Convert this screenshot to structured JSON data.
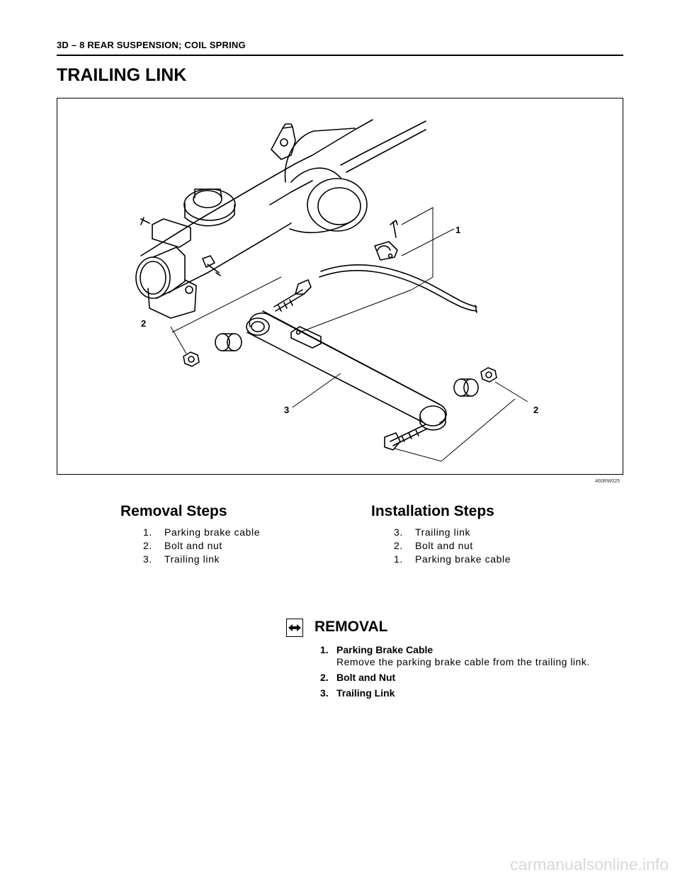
{
  "header": {
    "text": "3D – 8  REAR SUSPENSION; COIL SPRING"
  },
  "title": "TRAILING LINK",
  "figure": {
    "callouts": [
      "1",
      "2",
      "3",
      "2"
    ],
    "code": "460RW025"
  },
  "removal_steps": {
    "heading": "Removal Steps",
    "items": [
      {
        "num": "1.",
        "text": "Parking brake cable"
      },
      {
        "num": "2.",
        "text": "Bolt and nut"
      },
      {
        "num": "3.",
        "text": "Trailing link"
      }
    ]
  },
  "installation_steps": {
    "heading": "Installation Steps",
    "items": [
      {
        "num": "3.",
        "text": "Trailing link"
      },
      {
        "num": "2.",
        "text": "Bolt and nut"
      },
      {
        "num": "1.",
        "text": "Parking brake cable"
      }
    ]
  },
  "removal_section": {
    "icon": "remove-arrows-icon",
    "heading": "REMOVAL",
    "items": [
      {
        "num": "1.",
        "title": "Parking Brake Cable",
        "desc": "Remove the parking brake cable from the trailing link."
      },
      {
        "num": "2.",
        "title": "Bolt and Nut",
        "desc": ""
      },
      {
        "num": "3.",
        "title": "Trailing Link",
        "desc": ""
      }
    ]
  },
  "watermark": "carmanualsonline.info"
}
